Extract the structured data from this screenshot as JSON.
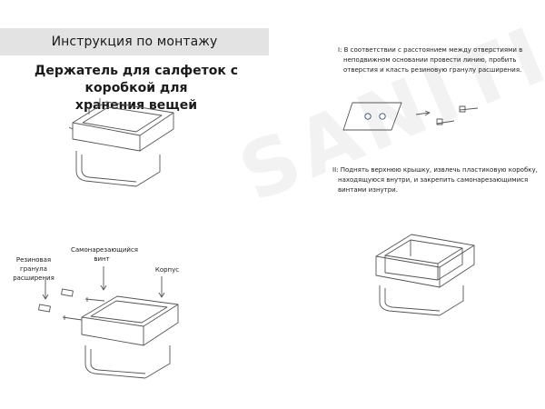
{
  "header": {
    "title": "Инструкция по монтажу"
  },
  "product": {
    "title_line1": "Держатель для салфеток с коробкой для",
    "title_line2": "хранения вещей"
  },
  "labels": {
    "rubber_plug": "Резиновая гранула расширения",
    "screw": "Самонарезающийся винт",
    "body": "Корпус"
  },
  "steps": [
    {
      "line1": "I: В соответствии с расстоянием между отверстиями в",
      "line2": "неподвижном основании провести линию, пробить",
      "line3": "отверстия и класть резиновую гранулу расширения."
    },
    {
      "line1": "II: Поднять верхнюю крышку, извлечь пластиковую коробку,",
      "line2": "находящуюся внутри, и закрепить самонарезающимися",
      "line3": "винтами изнутри."
    }
  ],
  "watermark": "SANITI.by"
}
